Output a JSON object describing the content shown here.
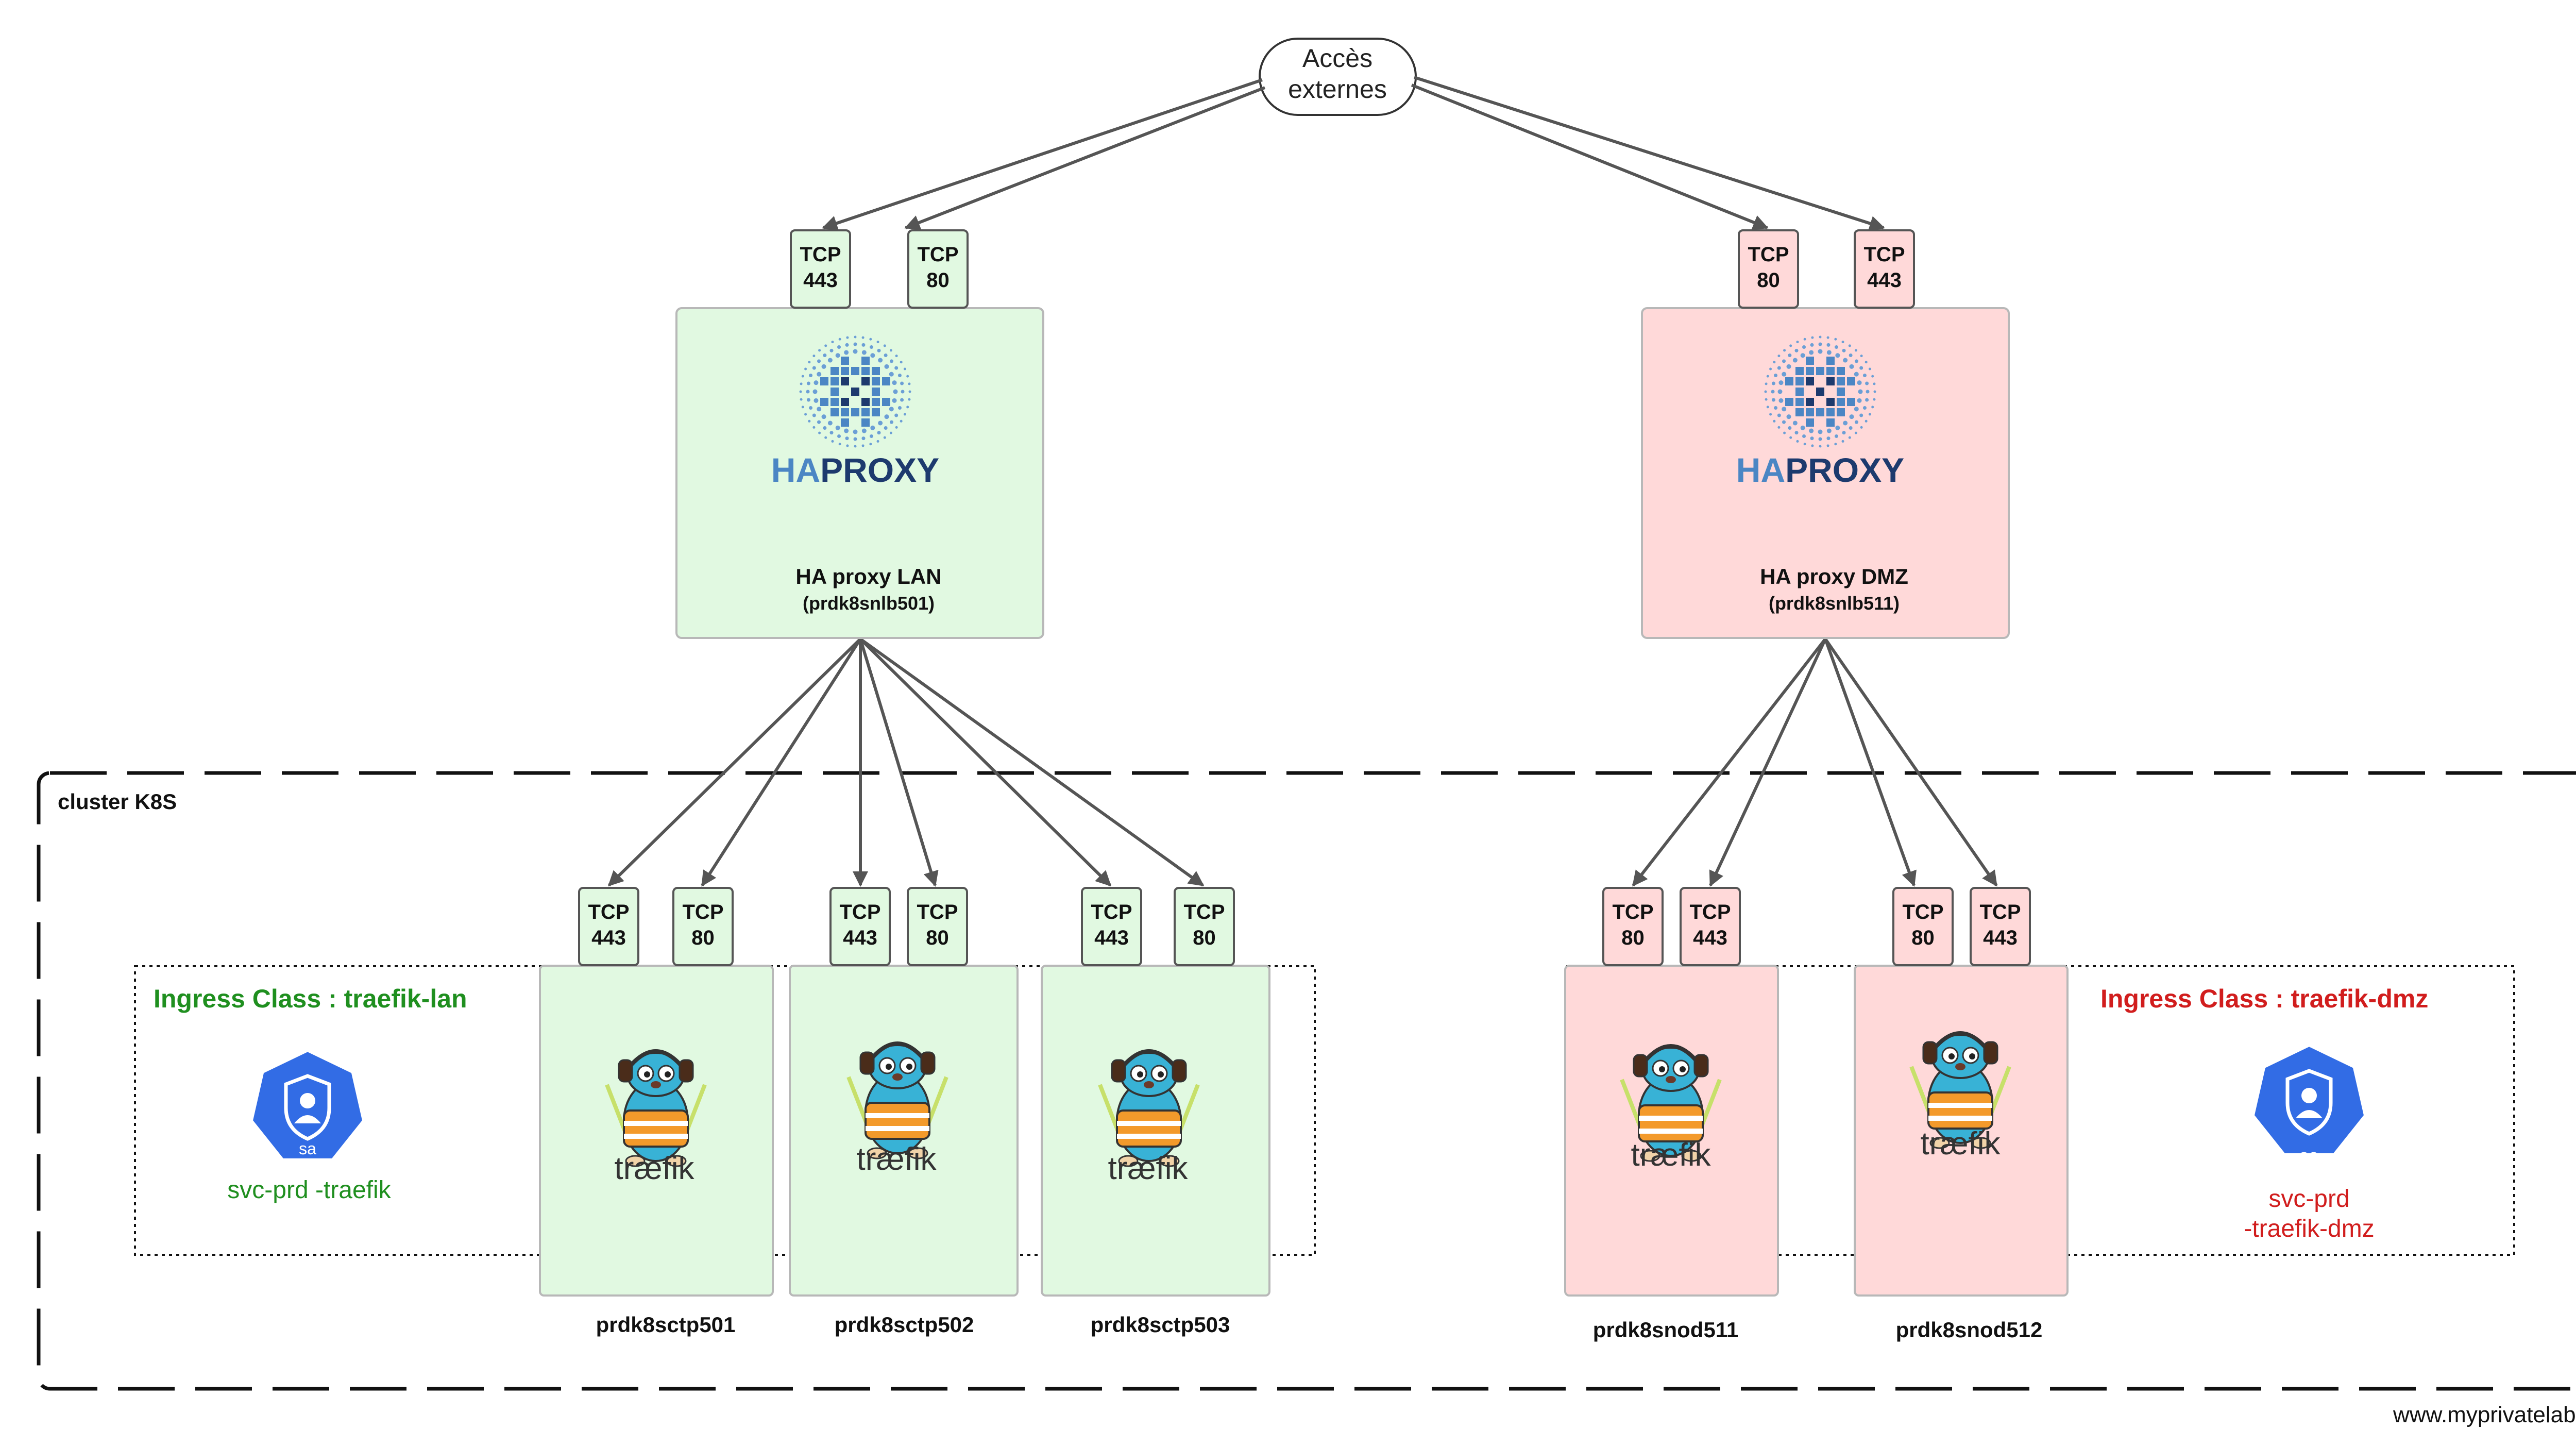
{
  "title_node": {
    "line1": "Accès",
    "line2": "externes"
  },
  "cluster_label": "cluster K8S",
  "proxies": {
    "lan": {
      "logo_ha": "HA",
      "logo_proxy": "PROXY",
      "name": "HA proxy LAN",
      "host": "(prdk8snlb501)"
    },
    "dmz": {
      "logo_ha": "HA",
      "logo_proxy": "PROXY",
      "name": "HA proxy DMZ",
      "host": "(prdk8snlb511)"
    }
  },
  "ports": {
    "proxy_lan": [
      {
        "proto": "TCP",
        "num": "443"
      },
      {
        "proto": "TCP",
        "num": "80"
      }
    ],
    "proxy_dmz": [
      {
        "proto": "TCP",
        "num": "80"
      },
      {
        "proto": "TCP",
        "num": "443"
      }
    ],
    "sctp501": [
      {
        "proto": "TCP",
        "num": "443"
      },
      {
        "proto": "TCP",
        "num": "80"
      }
    ],
    "sctp502": [
      {
        "proto": "TCP",
        "num": "443"
      },
      {
        "proto": "TCP",
        "num": "80"
      }
    ],
    "sctp503": [
      {
        "proto": "TCP",
        "num": "443"
      },
      {
        "proto": "TCP",
        "num": "80"
      }
    ],
    "snod511": [
      {
        "proto": "TCP",
        "num": "80"
      },
      {
        "proto": "TCP",
        "num": "443"
      }
    ],
    "snod512": [
      {
        "proto": "TCP",
        "num": "80"
      },
      {
        "proto": "TCP",
        "num": "443"
      }
    ]
  },
  "ingress": {
    "lan": {
      "title": "Ingress Class : traefik-lan",
      "sa_badge": "sa",
      "sa_line1": "svc-prd -traefik",
      "sa_line2": ""
    },
    "dmz": {
      "title": "Ingress Class : traefik-dmz",
      "sa_badge": "sa",
      "sa_line1": "svc-prd",
      "sa_line2": "-traefik-dmz"
    }
  },
  "nodes": {
    "sctp501": {
      "name": "prdk8sctp501",
      "logo": "træfik"
    },
    "sctp502": {
      "name": "prdk8sctp502",
      "logo": "træfik"
    },
    "sctp503": {
      "name": "prdk8sctp503",
      "logo": "træfik"
    },
    "snod511": {
      "name": "prdk8snod511",
      "logo": "træfik"
    },
    "snod512": {
      "name": "prdk8snod512",
      "logo": "træfik"
    }
  },
  "watermark": "www.myprivatelab.tech",
  "colors": {
    "lan_fill": "#e1f9e1",
    "dmz_fill": "#ffd9d9",
    "lan_text": "#1f8f1f",
    "dmz_text": "#d11d1d",
    "k8s_blue": "#326ce5",
    "haproxy_light": "#4b86c4",
    "haproxy_dark": "#1d3a6e",
    "arrow": "#555555"
  }
}
